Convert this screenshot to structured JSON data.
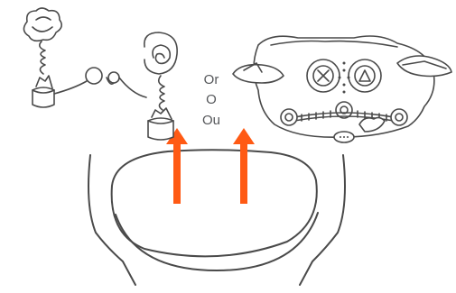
{
  "labels": {
    "or_en": "Or",
    "or_es": "O",
    "or_fr": "Ou"
  },
  "arrows": {
    "color": "#ff5a14",
    "count": 2
  },
  "line_color": "#4a4a4a"
}
